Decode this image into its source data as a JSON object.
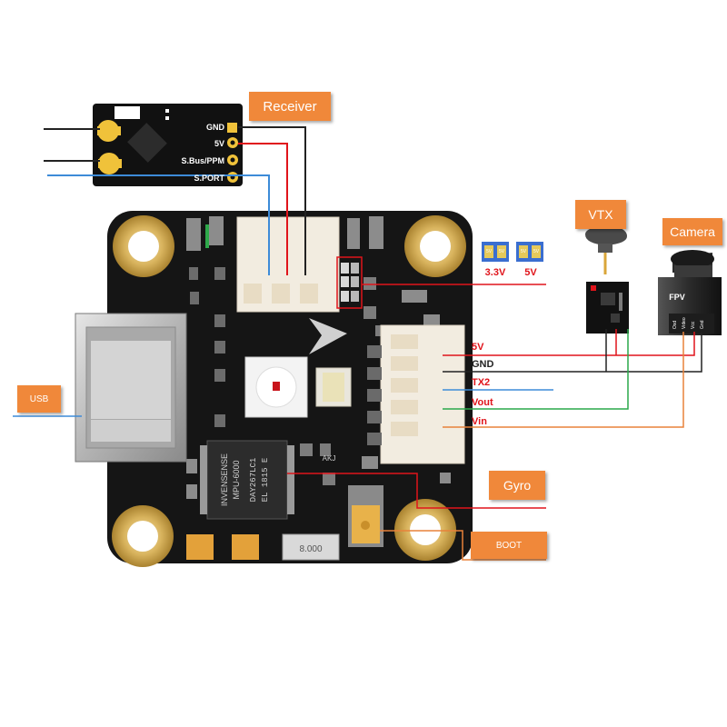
{
  "labels": {
    "receiver": "Receiver",
    "vtx": "VTX",
    "camera": "Camera",
    "usb": "USB",
    "gyro": "Gyro",
    "boot": "BOOT"
  },
  "receiver_pins": {
    "gnd": "GND",
    "v5": "5V",
    "sbus": "S.Bus/PPM",
    "sport": "S.PORT"
  },
  "wires": {
    "v5": "5V",
    "gnd": "GND",
    "tx2": "TX2",
    "vout": "Vout",
    "vin": "Vin"
  },
  "jumper": {
    "opt1": "3.3V",
    "opt2": "5V",
    "mini": "5V"
  },
  "chips": {
    "imu_brand": "INVENSENSE",
    "imu_model": "MPU-6000",
    "imu_code1": "DAY267LC1",
    "imu_code2": "EL 1815 E",
    "crystal": "8.000",
    "small_chip": "AKJ"
  },
  "camera_text": {
    "brand": "FPV",
    "pins": [
      "Osd",
      "Video",
      "Vcc",
      "Gnd"
    ]
  },
  "colors": {
    "red_wire": "#e0141b",
    "black_wire": "#222222",
    "blue_wire": "#3d8bd8",
    "green_wire": "#2aa84a",
    "orange_wire": "#e8823a",
    "tag_orange": "#f0883a",
    "pcb": "#141414",
    "gold_pad": "#c9a24a"
  }
}
